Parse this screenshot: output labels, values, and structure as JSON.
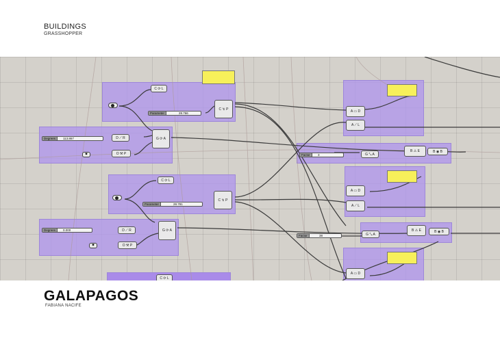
{
  "header": {
    "title": "BUILDINGS",
    "subtitle": "GRASSHOPPER"
  },
  "footer": {
    "title": "GALAPAGOS",
    "subtitle": "FABIANA NACIFE"
  },
  "sliders": [
    {
      "label": "Degrees",
      "value": "113.867"
    },
    {
      "label": "Parameter",
      "value": "28.766"
    },
    {
      "label": "Degrees",
      "value": "0.000"
    },
    {
      "label": "Parameter",
      "value": "28.781"
    },
    {
      "label": "Factor",
      "value": "3"
    },
    {
      "label": "Factor",
      "value": "38"
    }
  ],
  "colors": {
    "canvas": "#d4d1cb",
    "group": "#b096ec",
    "panel": "#f7f05a",
    "wire": "#3a3a3a"
  }
}
